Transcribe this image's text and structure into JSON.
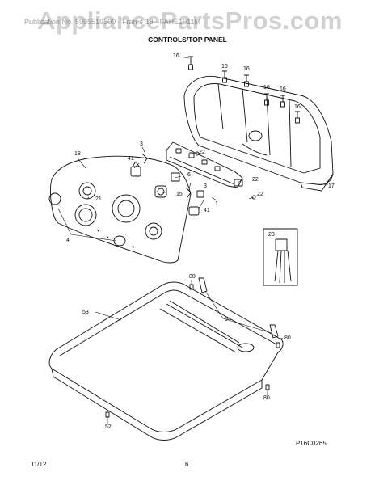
{
  "watermark": "AppliancePartsPros.com",
  "header_text": "Publication No. 5995519500 · Frame 18 · FAHE1011M",
  "title": "CONTROLS/TOP PANEL",
  "figure_code": "P16C0265",
  "footer": {
    "date": "11/12",
    "page": "6"
  },
  "callouts": {
    "c16a": "16",
    "c16b": "16",
    "c16c": "16",
    "c16d": "16",
    "c16e": "16",
    "c16f": "16",
    "c17": "17",
    "c18": "18",
    "c3a": "3",
    "c3b": "3",
    "c41a": "41",
    "c41b": "41",
    "c22a": "22",
    "c22b": "22",
    "c22c": "22",
    "c6": "6",
    "c15": "15",
    "c1": "1",
    "c21": "21",
    "c4": "4",
    "c23": "23",
    "c80a": "80",
    "c80b": "80",
    "c80c": "80",
    "c53": "53",
    "c54": "54",
    "c52": "52"
  }
}
